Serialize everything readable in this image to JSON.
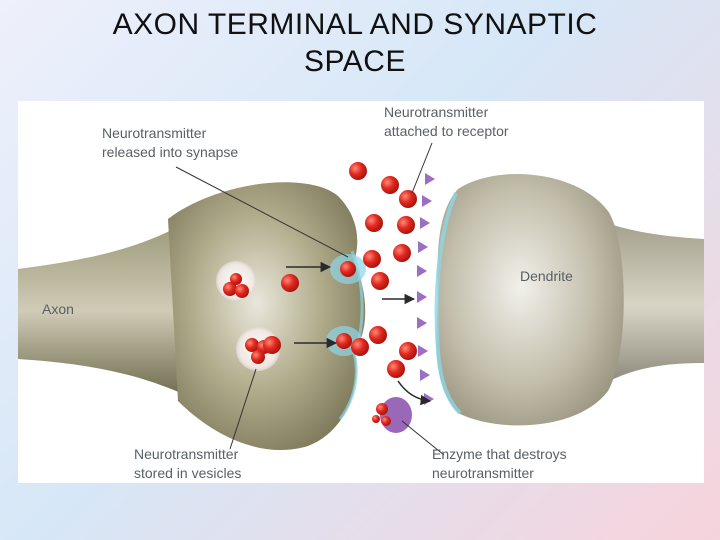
{
  "slide": {
    "title_line1": "AXON TERMINAL AND SYNAPTIC",
    "title_line2": "SPACE"
  },
  "diagram": {
    "labels": {
      "released_line1": "Neurotransmitter",
      "released_line2": "released into synapse",
      "attached_line1": "Neurotransmitter",
      "attached_line2": "attached to receptor",
      "axon": "Axon",
      "dendrite": "Dendrite",
      "stored_line1": "Neurotransmitter",
      "stored_line2": "stored in vesicles",
      "enzyme_line1": "Enzyme that destroys",
      "enzyme_line2": "neurotransmitter"
    },
    "colors": {
      "neurotransmitter": "#d8261e",
      "receptor": "#9b6fc4",
      "enzyme": "#9a68b8",
      "axon_body": "#8f8a68",
      "dendrite_body": "#a9a48e",
      "membrane_highlight": "#8fd6e6"
    }
  }
}
